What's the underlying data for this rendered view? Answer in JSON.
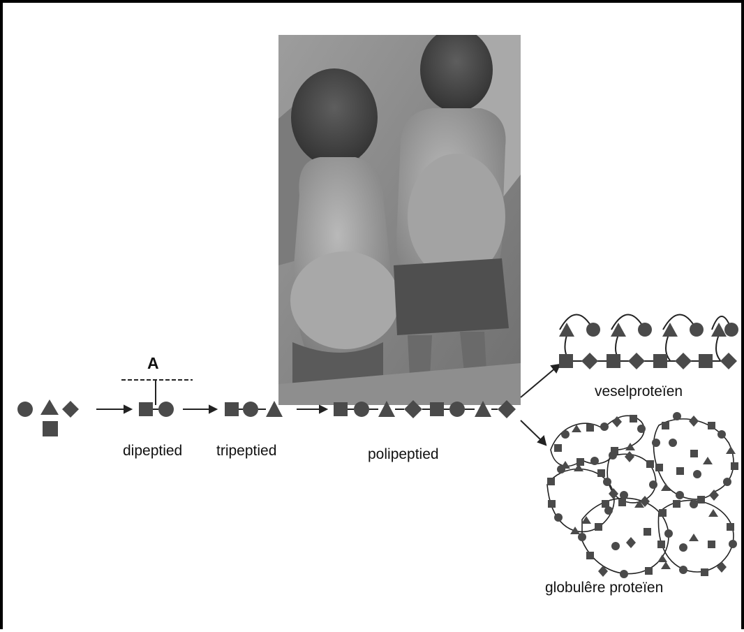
{
  "labels": {
    "marker": "A",
    "dipeptide": "dipeptied",
    "tripeptide": "tripeptied",
    "polypeptide": "polipeptied",
    "fibrous": "veselproteïen",
    "globular": "globulêre proteïen"
  },
  "photo": {
    "subject": "two-children-with-swollen-bellies-photo",
    "tone": "grayscale"
  },
  "colors": {
    "shape": "#4a4a4a",
    "line": "#222222"
  }
}
